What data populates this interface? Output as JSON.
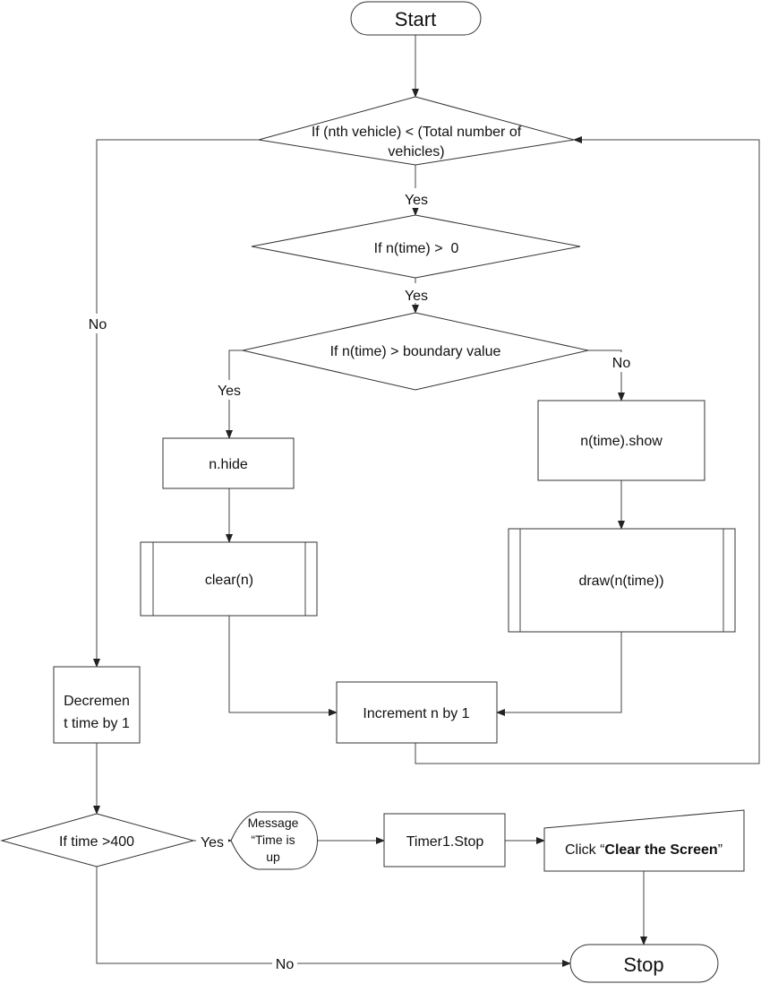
{
  "nodes": {
    "start": "Start",
    "cond_vehicle": [
      "If (nth vehicle) < (Total number of",
      "vehicles)"
    ],
    "cond_time_pos": "If n(time) >  0",
    "cond_boundary": "If n(time) > boundary value",
    "hide": "n.hide",
    "show": "n(time).show",
    "clear": "clear(n)",
    "draw": "draw(n(time))",
    "increment": "Increment n by 1",
    "decrement": [
      "Decremen",
      "t time by 1"
    ],
    "cond_400": "If time >400",
    "message": [
      "Message",
      "“Time is",
      "up"
    ],
    "timer_stop": "Timer1.Stop",
    "click_prefix": "Click “",
    "click_bold": "Clear the Screen",
    "click_suffix": "”",
    "stop": "Stop"
  },
  "labels": {
    "yes": "Yes",
    "no": "No"
  }
}
